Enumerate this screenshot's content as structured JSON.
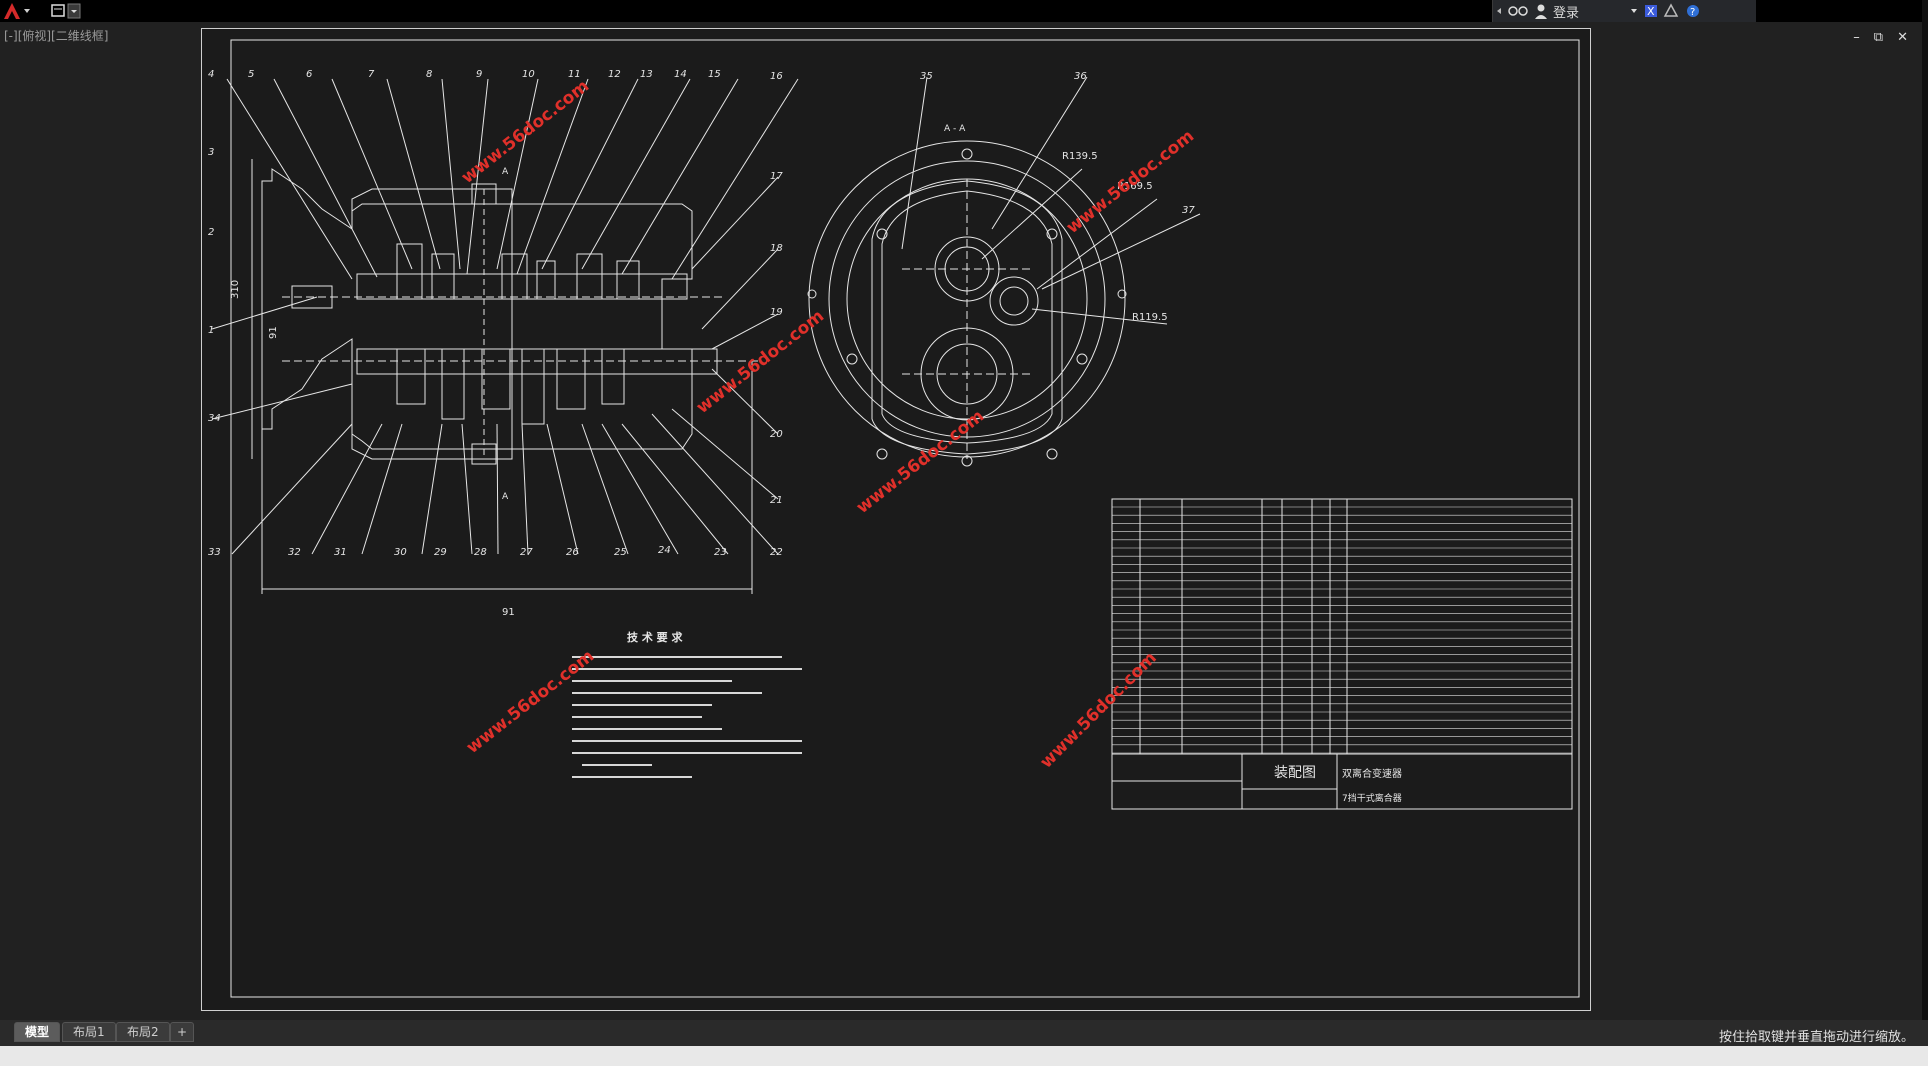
{
  "topbar": {
    "login_label": "登录"
  },
  "view_label": "[-][俯视][二维线框]",
  "drawing": {
    "callouts": [
      "1",
      "2",
      "3",
      "4",
      "5",
      "6",
      "7",
      "8",
      "9",
      "10",
      "11",
      "12",
      "13",
      "14",
      "15",
      "16",
      "17",
      "18",
      "19",
      "20",
      "21",
      "22",
      "23",
      "24",
      "25",
      "26",
      "27",
      "28",
      "29",
      "30",
      "31",
      "32",
      "33",
      "34",
      "35",
      "36",
      "37"
    ],
    "section_label": "A - A",
    "section_marker": "A",
    "radii": [
      "R139.5",
      "R169.5",
      "R119.5"
    ],
    "dims": [
      "310",
      "91",
      "91"
    ],
    "watermark": "www.56doc.com",
    "tech_title": "技 术 要 求",
    "title_main": "装配图",
    "title_product": "双离合变速器",
    "title_sub": "7挡干式离合器"
  },
  "tabs": [
    {
      "label": "模型",
      "active": true
    },
    {
      "label": "布局1",
      "active": false
    },
    {
      "label": "布局2",
      "active": false
    }
  ],
  "add_tab_label": "+",
  "status": {
    "message": "按住拾取键并垂直拖动进行缩放。"
  },
  "colors": {
    "background": "#212121",
    "lines": "#e6e6e6",
    "watermark": "#e0302a",
    "logo": "#d42a2a"
  }
}
